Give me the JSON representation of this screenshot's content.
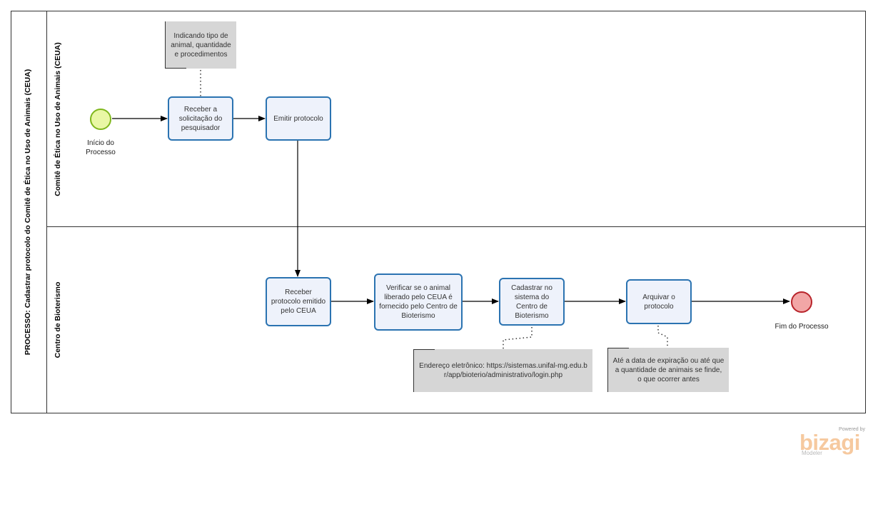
{
  "pool": {
    "title": "PROCESSO: Cadastrar protocolo do Comitê de Ética no Uso de Animais (CEUA)"
  },
  "lanes": [
    {
      "title": "Comitê de Ética no Uso de Animais (CEUA)"
    },
    {
      "title": "Centro de Bioterismo"
    }
  ],
  "events": {
    "start": {
      "label": "Início do Processo",
      "color": "#e9f7a5",
      "border": "#7fb71c"
    },
    "end": {
      "label": "Fim do Processo",
      "color": "#f2a6a6",
      "border": "#b8242b"
    }
  },
  "tasks": {
    "receber_solicitacao": "Receber a solicitação do pesquisador",
    "emitir_protocolo": "Emitir protocolo",
    "receber_protocolo": "Receber protocolo emitido pelo CEUA",
    "verificar_animal": "Verificar se o animal liberado pelo CEUA é fornecido pelo Centro de Bioterismo",
    "cadastrar_sistema": "Cadastrar no sistema do Centro de Bioterismo",
    "arquivar_protocolo": "Arquivar o protocolo"
  },
  "annotations": {
    "tipo_animal": "Indicando tipo de animal, quantidade e procedimentos",
    "endereco": "Endereço eletrônico: https://sistemas.unifal-mg.edu.br/app/bioterio/administrativo/login.php",
    "expiracao": "Até a data de expiração ou até que a quantidade de animais se finde, o que ocorrer antes"
  },
  "logo": {
    "powered_by": "Powered by",
    "name": "bizagi",
    "sub": "Modeler"
  },
  "colors": {
    "task_border": "#2b73b1",
    "task_fill": "#eef2fb",
    "note_fill": "#d6d6d6",
    "logo": "#f6c99f"
  }
}
